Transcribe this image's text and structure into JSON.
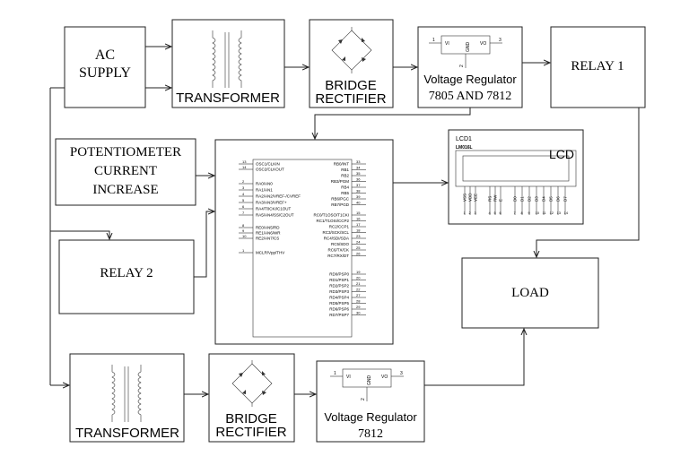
{
  "blocks": {
    "ac_supply": [
      "AC",
      "SUPPLY"
    ],
    "transformer_top": "TRANSFORMER",
    "bridge_top": [
      "BRIDGE",
      "RECTIFIER"
    ],
    "vreg_top": {
      "title": "Voltage Regulator",
      "sub": "7805 AND 7812",
      "vi": "VI",
      "vo": "VO",
      "gnd": "GND",
      "pin1": "1",
      "pin2": "2",
      "pin3": "3"
    },
    "relay1": "RELAY 1",
    "potentiometer": [
      "POTENTIOMETER",
      "CURRENT",
      "INCREASE"
    ],
    "relay2": "RELAY 2",
    "load": "LOAD",
    "transformer_bottom": "TRANSFORMER",
    "bridge_bottom": [
      "BRIDGE",
      "RECTIFIER"
    ],
    "vreg_bottom": {
      "title": "Voltage Regulator",
      "sub": "7812",
      "vi": "VI",
      "vo": "VO",
      "gnd": "GND",
      "pin1": "1",
      "pin2": "2",
      "pin3": "3"
    }
  },
  "lcd": {
    "ref": "LCD1",
    "model": "LM016L",
    "label": "LCD",
    "pins": [
      "VSS",
      "VDD",
      "VEE",
      "RS",
      "RW",
      "E",
      "D0",
      "D1",
      "D2",
      "D3",
      "D4",
      "D5",
      "D6",
      "D7"
    ]
  },
  "mcu": {
    "left_pins": [
      {
        "num": "13",
        "name": "OSC1/CLKIN"
      },
      {
        "num": "14",
        "name": "OSC2/CLKOUT"
      },
      {
        "num": "2",
        "name": "RA0/AN0"
      },
      {
        "num": "3",
        "name": "RA1/AN1"
      },
      {
        "num": "4",
        "name": "RA2/AN2/VREF-/CVREF"
      },
      {
        "num": "5",
        "name": "RA3/AN3/VREF+"
      },
      {
        "num": "6",
        "name": "RA4/T0CKI/C1OUT"
      },
      {
        "num": "7",
        "name": "RA5/AN4/SS/C2OUT"
      },
      {
        "num": "8",
        "name": "RE0/AN5/RD"
      },
      {
        "num": "9",
        "name": "RE1/AN6/WR"
      },
      {
        "num": "10",
        "name": "RE2/AN7/CS"
      },
      {
        "num": "1",
        "name": "MCLR/Vpp/THV"
      }
    ],
    "right_pins": [
      {
        "num": "33",
        "name": "RB0/INT"
      },
      {
        "num": "34",
        "name": "RB1"
      },
      {
        "num": "35",
        "name": "RB2"
      },
      {
        "num": "36",
        "name": "RB3/PGM"
      },
      {
        "num": "37",
        "name": "RB4"
      },
      {
        "num": "38",
        "name": "RB5"
      },
      {
        "num": "39",
        "name": "RB6/PGC"
      },
      {
        "num": "40",
        "name": "RB7/PGD"
      },
      {
        "num": "15",
        "name": "RC0/T1OSO/T1CKI"
      },
      {
        "num": "16",
        "name": "RC1/T1OSI/CCP2"
      },
      {
        "num": "17",
        "name": "RC2/CCP1"
      },
      {
        "num": "18",
        "name": "RC3/SCK/SCL"
      },
      {
        "num": "23",
        "name": "RC4/SDI/SDA"
      },
      {
        "num": "24",
        "name": "RC5/SDO"
      },
      {
        "num": "25",
        "name": "RC6/TX/CK"
      },
      {
        "num": "26",
        "name": "RC7/RX/DT"
      },
      {
        "num": "19",
        "name": "RD0/PSP0"
      },
      {
        "num": "20",
        "name": "RD1/PSP1"
      },
      {
        "num": "21",
        "name": "RD2/PSP2"
      },
      {
        "num": "22",
        "name": "RD3/PSP3"
      },
      {
        "num": "27",
        "name": "RD4/PSP4"
      },
      {
        "num": "28",
        "name": "RD5/PSP5"
      },
      {
        "num": "29",
        "name": "RD6/PSP6"
      },
      {
        "num": "30",
        "name": "RD7/PSP7"
      }
    ]
  }
}
